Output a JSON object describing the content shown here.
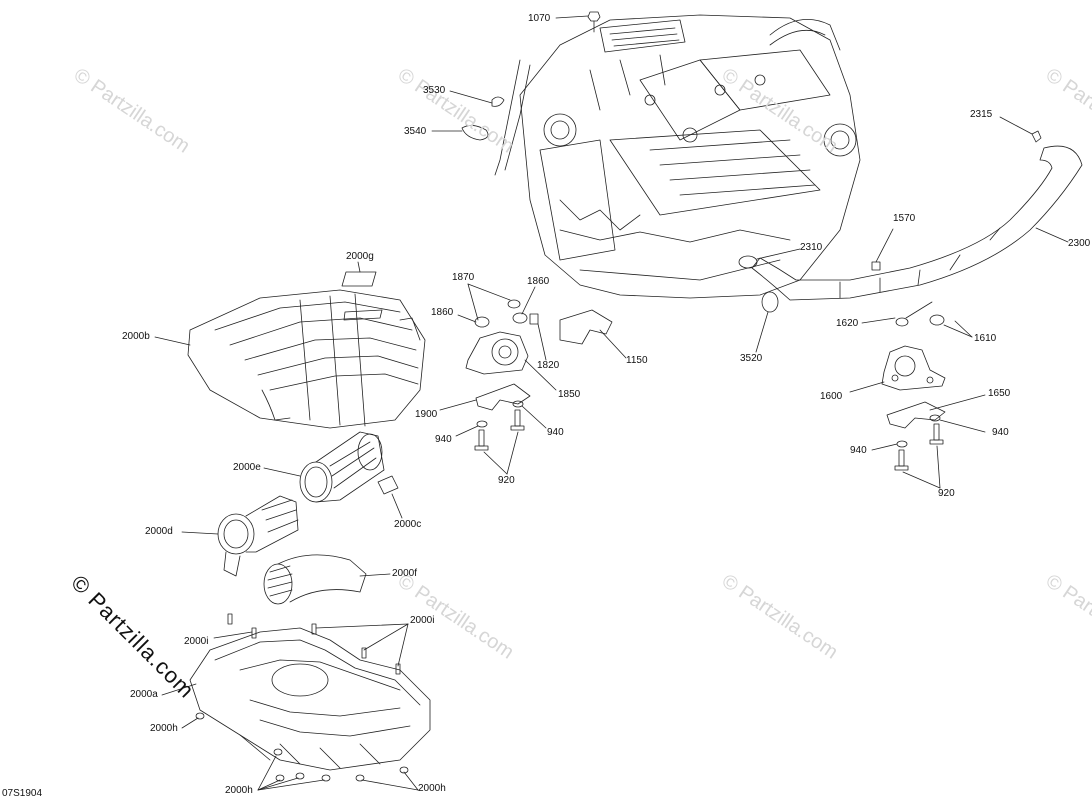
{
  "watermark": {
    "text": "© Partzilla.com",
    "text_light": "© Partzilla.com"
  },
  "diagram_code": "07S1904",
  "labels": {
    "l1070": "1070",
    "l3530": "3530",
    "l3540": "3540",
    "l2315": "2315",
    "l2300": "2300",
    "l2310": "2310",
    "l1570": "1570",
    "l3520": "3520",
    "l1620": "1620",
    "l1610": "1610",
    "l1600": "1600",
    "l1650": "1650",
    "l940r1": "940",
    "l940r2": "940",
    "l920r": "920",
    "l2000g": "2000g",
    "l2000b": "2000b",
    "l1870": "1870",
    "l1860a": "1860",
    "l1860b": "1860",
    "l1820": "1820",
    "l1150": "1150",
    "l1850": "1850",
    "l1900": "1900",
    "l940a": "940",
    "l940b": "940",
    "l920": "920",
    "l2000e": "2000e",
    "l2000c": "2000c",
    "l2000d": "2000d",
    "l2000f": "2000f",
    "l2000i_a": "2000i",
    "l2000i_b": "2000i",
    "l2000a": "2000a",
    "l2000h_a": "2000h",
    "l2000h_b": "2000h",
    "l2000h_c": "2000h"
  }
}
